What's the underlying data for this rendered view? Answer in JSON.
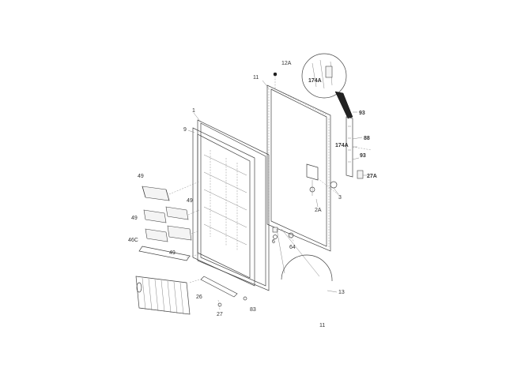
{
  "diagram": {
    "labels": {
      "l12a": "12A",
      "l11": "11",
      "l174a_top": "174A",
      "l93_top": "93",
      "l88": "88",
      "l174a_mid": "174A",
      "l93_mid": "93",
      "l27a": "27A",
      "l3": "3",
      "l2a": "2A",
      "l1": "1",
      "l9": "9",
      "l49_top": "49",
      "l49_mid": "49",
      "l49_left": "49",
      "l46c": "46C",
      "l49_low": "49",
      "l64": "64",
      "l6": "6",
      "l13": "13",
      "l26": "26",
      "l27": "27",
      "l83": "83",
      "l11_bottom": "11"
    }
  }
}
